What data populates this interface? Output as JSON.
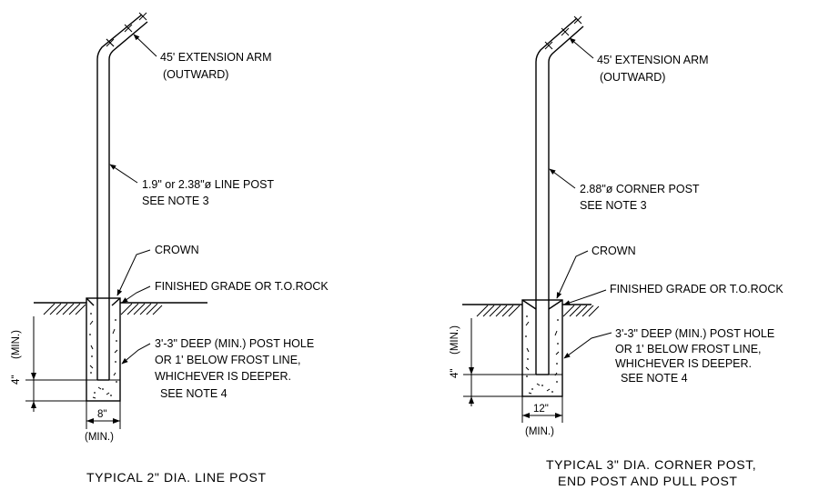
{
  "left_detail": {
    "arm_label_1": "45' EXTENSION ARM",
    "arm_label_2": "(OUTWARD)",
    "post_label_1": "1.9\" or 2.38\"ø LINE POST",
    "post_label_2": "SEE NOTE 3",
    "crown_label": "CROWN",
    "grade_label": "FINISHED GRADE OR T.O.ROCK",
    "hole_label_1": "3'-3\" DEEP (MIN.) POST HOLE",
    "hole_label_2": "OR 1' BELOW FROST LINE,",
    "hole_label_3": "WHICHEVER IS DEEPER.",
    "hole_label_4": "SEE NOTE 4",
    "depth_dim": "4\"",
    "depth_min": "(MIN.)",
    "width_dim": "8\"",
    "width_min": "(MIN.)",
    "caption": "TYPICAL 2\" DIA. LINE POST"
  },
  "right_detail": {
    "arm_label_1": "45' EXTENSION ARM",
    "arm_label_2": "(OUTWARD)",
    "post_label_1": "2.88\"ø CORNER POST",
    "post_label_2": "SEE NOTE 3",
    "crown_label": "CROWN",
    "grade_label": "FINISHED GRADE OR T.O.ROCK",
    "hole_label_1": "3'-3\" DEEP (MIN.) POST HOLE",
    "hole_label_2": "OR 1' BELOW FROST LINE,",
    "hole_label_3": "WHICHEVER IS DEEPER.",
    "hole_label_4": "SEE NOTE 4",
    "depth_dim": "4\"",
    "depth_min": "(MIN.)",
    "width_dim": "12\"",
    "width_min": "(MIN.)",
    "caption_line_1": "TYPICAL 3\" DIA. CORNER POST,",
    "caption_line_2": "END POST AND PULL POST"
  }
}
